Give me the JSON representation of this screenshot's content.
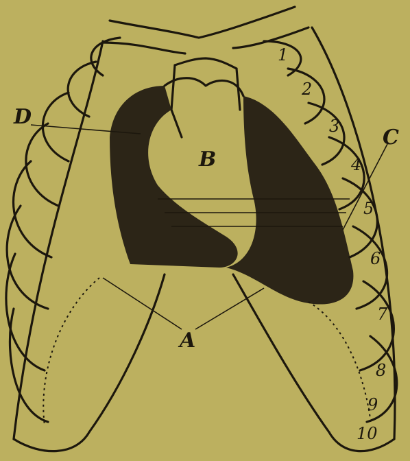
{
  "figure": {
    "background": "#bcb05f",
    "ink": "#1c170d",
    "letters": [
      "A",
      "B",
      "C",
      "D"
    ],
    "rib_numbers": [
      "1",
      "2",
      "3",
      "4",
      "5",
      "6",
      "7",
      "8",
      "9",
      "10"
    ]
  }
}
